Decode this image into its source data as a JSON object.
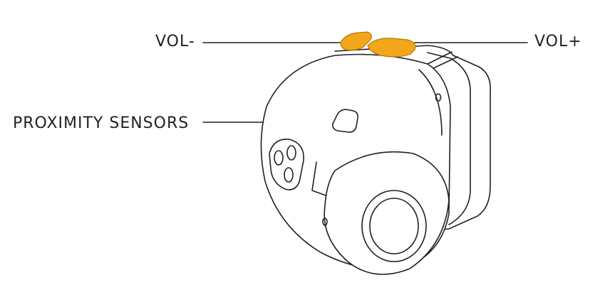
{
  "labels": {
    "vol_minus": "VOL-",
    "vol_plus": "VOL+",
    "proximity": "PROXIMITY SENSORS"
  },
  "colors": {
    "line": "#231f20",
    "button": "#f2a71b",
    "button_stroke": "#b87a00",
    "background": "#ffffff"
  }
}
